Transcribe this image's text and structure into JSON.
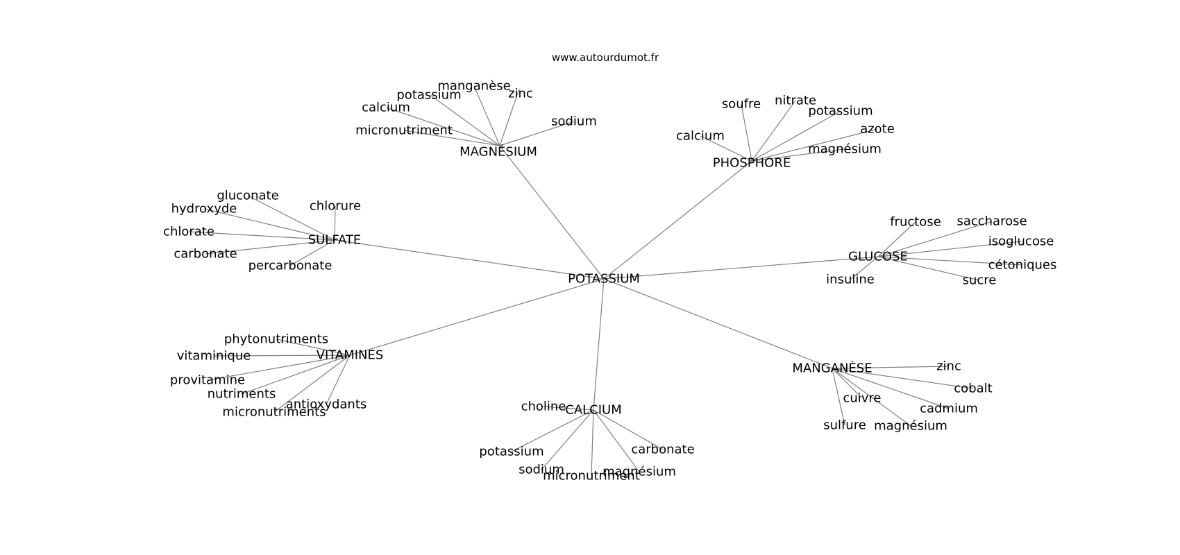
{
  "source": "www.autourdumot.fr",
  "center": "POTASSIUM",
  "hubs": [
    {
      "name": "MAGNÉSIUM",
      "leaves": [
        "micronutriment",
        "calcium",
        "potassium",
        "manganèse",
        "zinc",
        "sodium"
      ]
    },
    {
      "name": "PHOSPHORE",
      "leaves": [
        "calcium",
        "soufre",
        "nitrate",
        "potassium",
        "azote",
        "magnésium"
      ]
    },
    {
      "name": "SULFATE",
      "leaves": [
        "gluconate",
        "hydroxyde",
        "chlorate",
        "carbonate",
        "percarbonate",
        "chlorure"
      ]
    },
    {
      "name": "GLUCOSE",
      "leaves": [
        "fructose",
        "saccharose",
        "isoglucose",
        "cétoniques",
        "sucre",
        "insuline"
      ]
    },
    {
      "name": "VITAMINES",
      "leaves": [
        "phytonutriments",
        "vitaminique",
        "provitamine",
        "nutriments",
        "micronutriments",
        "antioxydants"
      ]
    },
    {
      "name": "CALCIUM",
      "leaves": [
        "choline",
        "potassium",
        "sodium",
        "micronutriment",
        "magnésium",
        "carbonate"
      ]
    },
    {
      "name": "MANGANÈSE",
      "leaves": [
        "zinc",
        "cobalt",
        "cadmium",
        "magnésium",
        "sulfure",
        "cuivre"
      ]
    }
  ]
}
